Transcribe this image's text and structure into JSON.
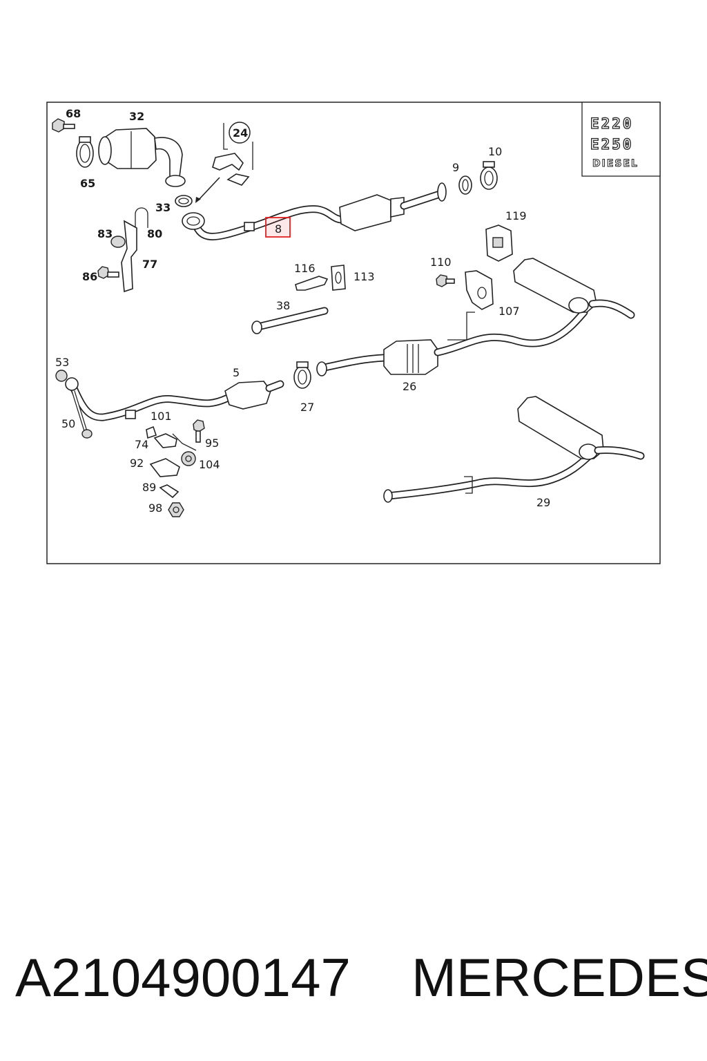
{
  "model_badge": {
    "line1": "E220",
    "line2": "E250",
    "line3": "DIESEL"
  },
  "callouts": [
    {
      "id": "68",
      "text": "68"
    },
    {
      "id": "32",
      "text": "32"
    },
    {
      "id": "65",
      "text": "65"
    },
    {
      "id": "24",
      "text": "24"
    },
    {
      "id": "33",
      "text": "33"
    },
    {
      "id": "80",
      "text": "80"
    },
    {
      "id": "83",
      "text": "83"
    },
    {
      "id": "77",
      "text": "77"
    },
    {
      "id": "86",
      "text": "86"
    },
    {
      "id": "8",
      "text": "8"
    },
    {
      "id": "9",
      "text": "9"
    },
    {
      "id": "10",
      "text": "10"
    },
    {
      "id": "119",
      "text": "119"
    },
    {
      "id": "116",
      "text": "116"
    },
    {
      "id": "113",
      "text": "113"
    },
    {
      "id": "110",
      "text": "110"
    },
    {
      "id": "107",
      "text": "107"
    },
    {
      "id": "38",
      "text": "38"
    },
    {
      "id": "53",
      "text": "53"
    },
    {
      "id": "5",
      "text": "5"
    },
    {
      "id": "26",
      "text": "26"
    },
    {
      "id": "27",
      "text": "27"
    },
    {
      "id": "50",
      "text": "50"
    },
    {
      "id": "101",
      "text": "101"
    },
    {
      "id": "74",
      "text": "74"
    },
    {
      "id": "95",
      "text": "95"
    },
    {
      "id": "92",
      "text": "92"
    },
    {
      "id": "104",
      "text": "104"
    },
    {
      "id": "89",
      "text": "89"
    },
    {
      "id": "98",
      "text": "98"
    },
    {
      "id": "29",
      "text": "29"
    }
  ],
  "highlighted_part": "8",
  "highlight_color": "#e02020",
  "footer": {
    "part_number": "A2104900147",
    "brand": "MERCEDES"
  }
}
